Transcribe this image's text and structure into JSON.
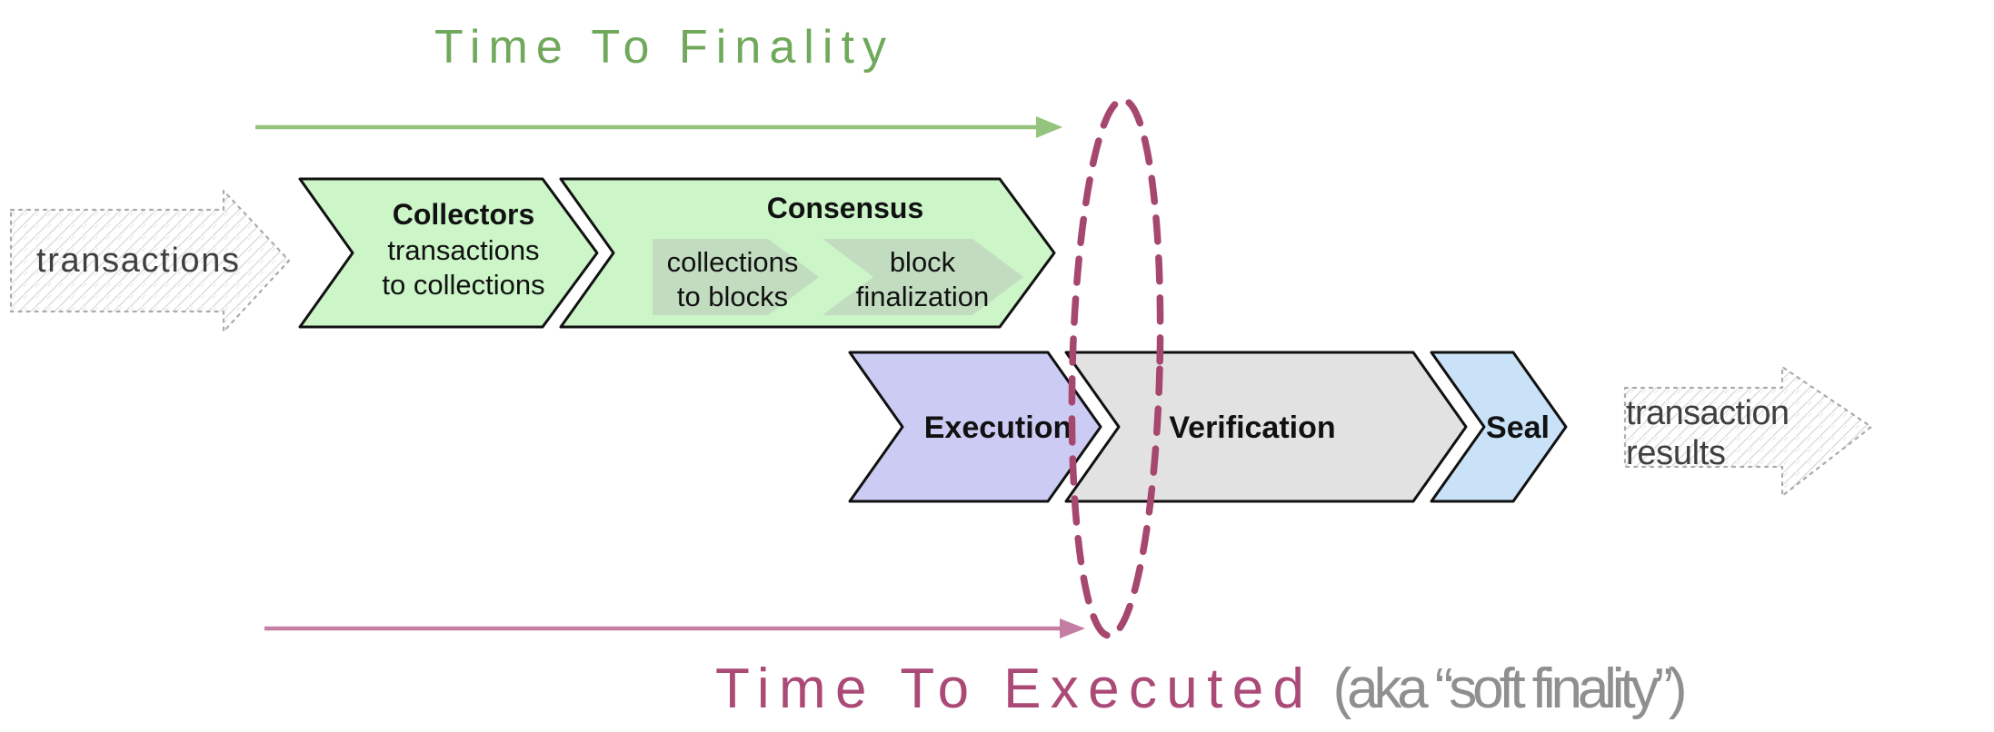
{
  "timelines": {
    "finality": {
      "label": "Time To Finality",
      "color": "#70a95c",
      "arrow_color": "#94c47d"
    },
    "executed": {
      "label": "Time To Executed",
      "suffix": " (aka “soft finality”)",
      "color": "#ab4a77",
      "suffix_color": "#8f8f8f",
      "arrow_color": "#c47da3",
      "ellipse_color": "#a6476f"
    }
  },
  "io": {
    "input_label": "transactions",
    "output_label_line1": "transaction",
    "output_label_line2": "results",
    "text_color": "#3f3f3f"
  },
  "stages": {
    "collectors": {
      "title": "Collectors",
      "line1": "transactions",
      "line2": "to collections",
      "fill": "#ccf5c8"
    },
    "consensus": {
      "title": "Consensus",
      "fill": "#ccf5c8",
      "sub1": {
        "line1": "collections",
        "line2": "to blocks",
        "fill": "#c2dcc0"
      },
      "sub2": {
        "line1": "block",
        "line2": "finalization",
        "fill": "#c2dcc0"
      }
    },
    "execution": {
      "title": "Execution",
      "fill": "#cbcbf4"
    },
    "verification": {
      "title": "Verification",
      "fill": "#e2e2e2"
    },
    "seal": {
      "title": "Seal",
      "fill": "#c9e2f7"
    }
  }
}
